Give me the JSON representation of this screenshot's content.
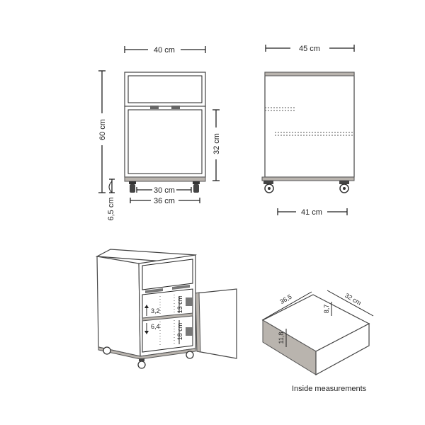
{
  "front_view": {
    "width": "40 cm",
    "height": "60 cm",
    "door_height": "32 cm",
    "inner_width": "30 cm",
    "base_width": "36 cm",
    "caster_height": "6,5 cm"
  },
  "side_view": {
    "depth": "45 cm",
    "base_depth": "41 cm"
  },
  "perspective_view": {
    "upper_gap": "13 cm",
    "shelf_gap": "18 cm",
    "upper_offset": "3,2",
    "lower_offset": "6,4"
  },
  "drawer_view": {
    "width": "36,5",
    "depth": "32 cm",
    "height": "11,8",
    "side_height": "8,7",
    "caption": "Inside measurements"
  }
}
